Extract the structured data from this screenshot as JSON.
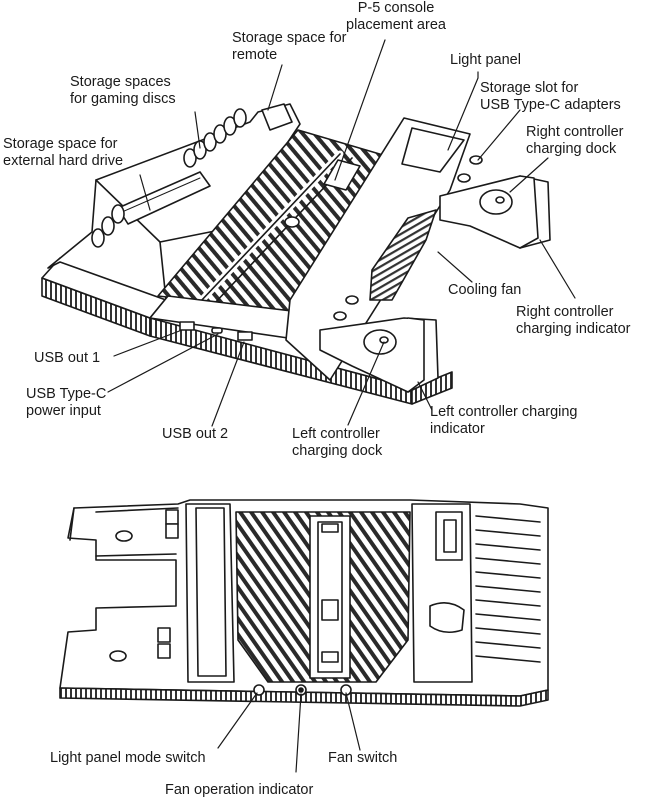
{
  "labels": {
    "console_area": [
      "P-5 console",
      "placement area"
    ],
    "remote_storage": [
      "Storage space for",
      "remote"
    ],
    "light_panel": [
      "Light panel"
    ],
    "disc_storage": [
      "Storage spaces",
      "for gaming discs"
    ],
    "adapter_slot": [
      "Storage slot for",
      "USB Type-C adapters"
    ],
    "right_dock": [
      "Right controller",
      "charging dock"
    ],
    "hdd_storage": [
      "Storage space for",
      "external hard drive"
    ],
    "cooling_fan": [
      "Cooling fan"
    ],
    "right_indicator": [
      "Right controller",
      "charging indicator"
    ],
    "usb_out_1": [
      "USB out 1"
    ],
    "usbc_input": [
      "USB Type-C",
      "power input"
    ],
    "usb_out_2": [
      "USB out 2"
    ],
    "left_indicator": [
      "Left controller charging",
      "indicator"
    ],
    "left_dock": [
      "Left controller",
      "charging dock"
    ],
    "light_mode_switch": [
      "Light panel mode switch"
    ],
    "fan_switch": [
      "Fan switch"
    ],
    "fan_indicator": [
      "Fan operation indicator"
    ]
  }
}
